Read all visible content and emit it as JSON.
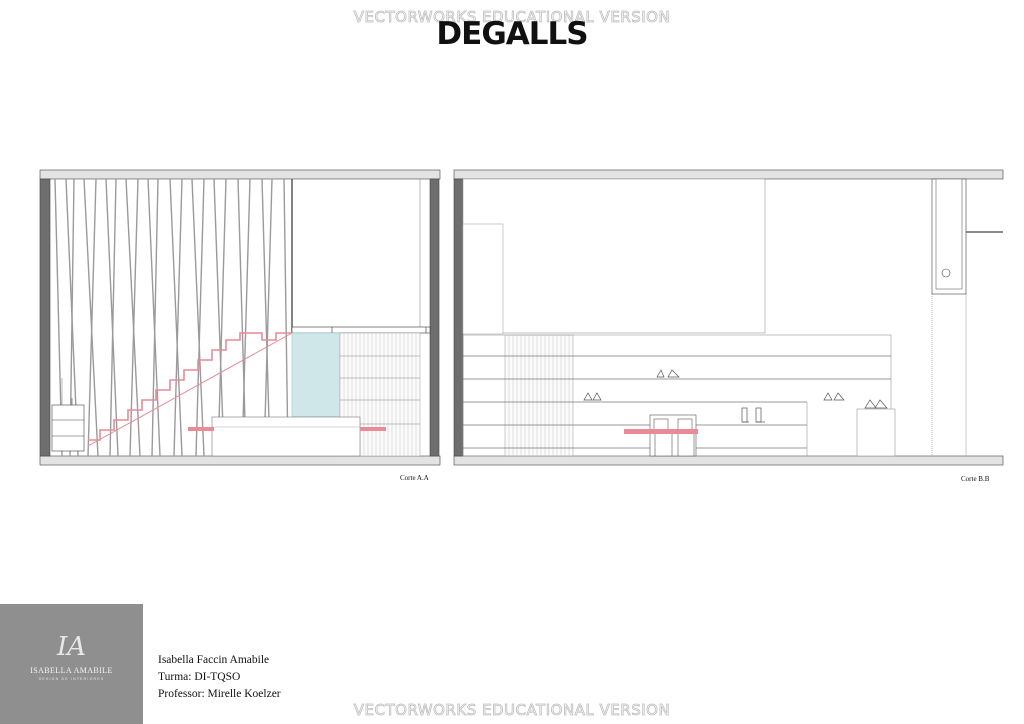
{
  "watermark": "VECTORWORKS EDUCATIONAL VERSION",
  "title": "DEGALLS",
  "sections": [
    {
      "label": "Corte A.A"
    },
    {
      "label": "Corte B.B"
    }
  ],
  "logo": {
    "monogram": "IA",
    "name": "ISABELLA AMABILE",
    "subtitle": "DESIGN DE INTERIORES"
  },
  "info": {
    "author": "Isabella Faccin Amabile",
    "class_line": "Turma: DI-TQSO",
    "professor_line": "Professor: Mirelle Koelzer"
  },
  "colors": {
    "line": "#555555",
    "wall": "#6e6e6e",
    "slab": "#e3e3e3",
    "accent_pink": "#e98a96",
    "glass": "#cfe7e9"
  }
}
